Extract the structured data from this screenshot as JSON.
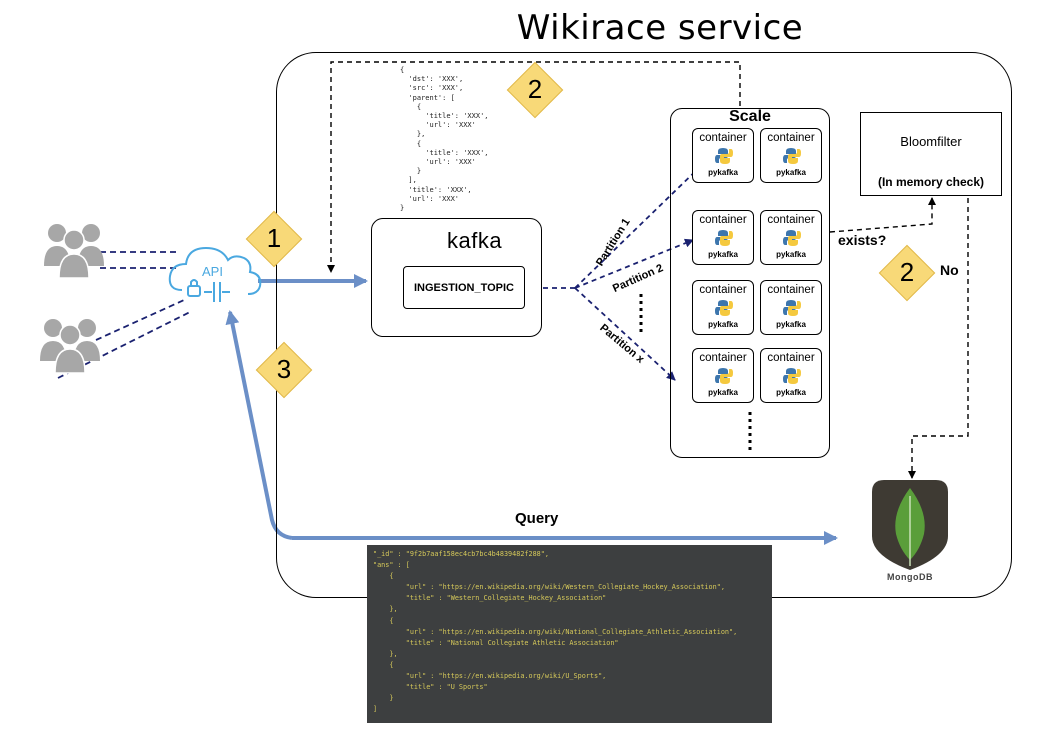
{
  "title": "Wikirace service",
  "json_snippet": "{\n  'dst': 'XXX',\n  'src': 'XXX',\n  'parent': [\n    {\n      'title': 'XXX',\n      'url': 'XXX'\n    },\n    {\n      'title': 'XXX',\n      'url': 'XXX'\n    }\n  ],\n  'title': 'XXX',\n  'url': 'XXX'\n}",
  "api": {
    "label": "API"
  },
  "kafka": {
    "name": "kafka",
    "topic": "INGESTION_TOPIC"
  },
  "scale": {
    "label": "Scale",
    "containers": [
      {
        "label": "container",
        "sub": "pykafka"
      },
      {
        "label": "container",
        "sub": "pykafka"
      },
      {
        "label": "container",
        "sub": "pykafka"
      },
      {
        "label": "container",
        "sub": "pykafka"
      },
      {
        "label": "container",
        "sub": "pykafka"
      },
      {
        "label": "container",
        "sub": "pykafka"
      },
      {
        "label": "container",
        "sub": "pykafka"
      },
      {
        "label": "container",
        "sub": "pykafka"
      }
    ]
  },
  "partitions": [
    "Partition 1",
    "Partition 2",
    "Partition x"
  ],
  "bloomfilter": {
    "title": "Bloomfilter",
    "subtitle": "(In memory check)"
  },
  "labels": {
    "exists": "exists?",
    "no": "No",
    "query": "Query"
  },
  "steps": [
    "1",
    "2",
    "2",
    "3"
  ],
  "mongodb": {
    "label": "MongoDB"
  },
  "result_json": {
    "lines": [
      {
        "text": "\"_id\" : \"9f2b7aaf158ec4cb7bc4b4839482f288\","
      },
      {
        "text": "\"ans\" : ["
      },
      {
        "text": "    {"
      },
      {
        "text": "        \"url\" : \"https://en.wikipedia.org/wiki/Western_Collegiate_Hockey_Association\","
      },
      {
        "text": "        \"title\" : \"Western_Collegiate_Hockey_Association\""
      },
      {
        "text": "    },"
      },
      {
        "text": "    {"
      },
      {
        "text": "        \"url\" : \"https://en.wikipedia.org/wiki/National_Collegiate_Athletic_Association\","
      },
      {
        "text": "        \"title\" : \"National Collegiate Athletic Association\""
      },
      {
        "text": "    },"
      },
      {
        "text": "    {"
      },
      {
        "text": "        \"url\" : \"https://en.wikipedia.org/wiki/U_Sports\","
      },
      {
        "text": "        \"title\" : \"U Sports\""
      },
      {
        "text": "    }"
      },
      {
        "text": "]"
      }
    ]
  },
  "colors": {
    "flow_blue": "#6b8fc7",
    "dashed_navy": "#1a2170",
    "diamond_fill": "#f8d978",
    "mongo_green": "#5a9e3a",
    "mongo_dark": "#3e3a33",
    "user_gray": "#a7a7a7",
    "api_cloud": "#4aa8e0"
  }
}
